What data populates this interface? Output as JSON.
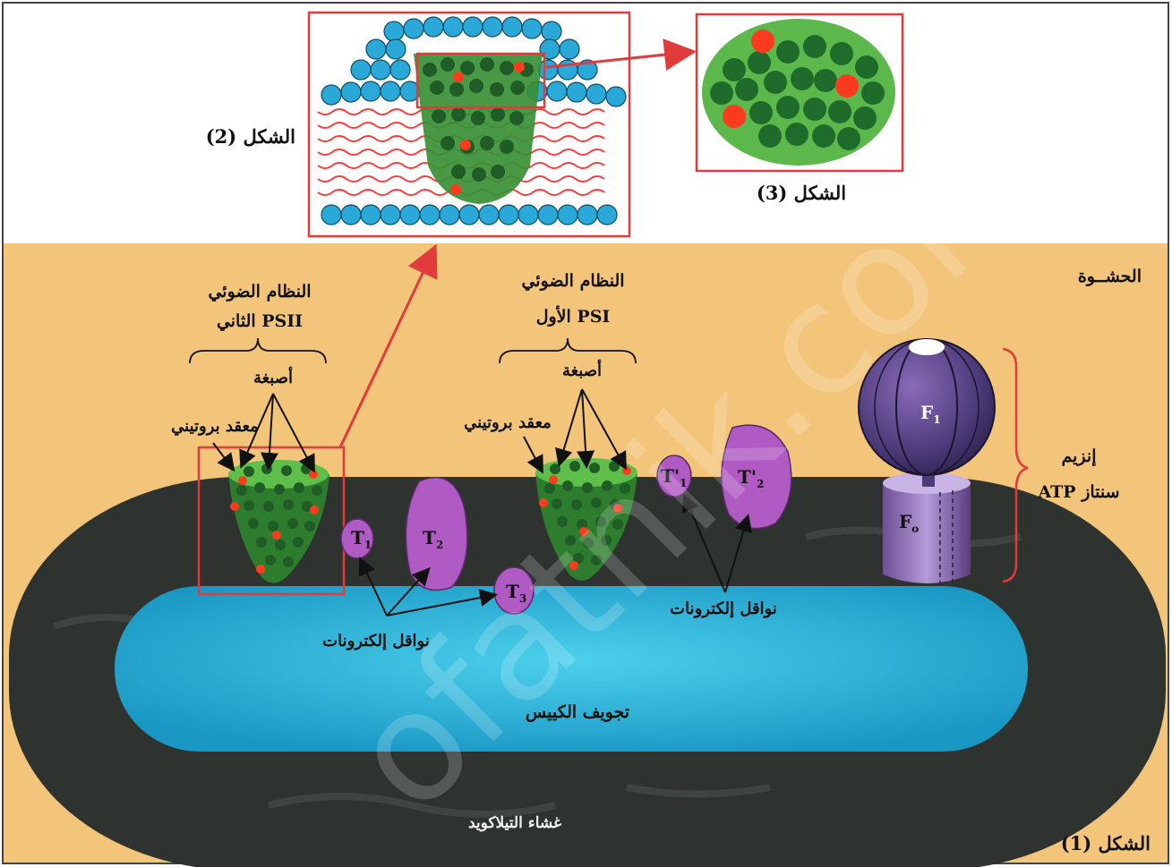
{
  "figure_labels": {
    "fig1": "الشكل (1)",
    "fig2": "الشكل (2)",
    "fig3": "الشكل (3)"
  },
  "labels": {
    "stroma": "الحشــوة",
    "psii_title_line1": "النظام الضوئي",
    "psii_title_line2": "الثاني PSII",
    "psi_title_line1": "النظام الضوئي",
    "psi_title_line2": "الأول PSI",
    "pigments_left": "أصبغة",
    "pigments_right": "أصبغة",
    "protein_complex_left": "معقد بروتيني",
    "protein_complex_right": "معقد بروتيني",
    "electron_carriers_left": "نواقل إلكترونات",
    "electron_carriers_right": "نواقل إلكترونات",
    "atp_synthase_line1": "إنزيم",
    "atp_synthase_line2": "ATP سنتاز",
    "lumen": "تجويف الكييس",
    "thylakoid_membrane": "غشاء التيلاكويد",
    "watermark": "ofatnik.com"
  },
  "carriers": {
    "t1": {
      "base": "T",
      "sub": "1"
    },
    "t2": {
      "base": "T",
      "sub": "2"
    },
    "t3": {
      "base": "T",
      "sub": "3"
    },
    "t1p": {
      "base": "T'",
      "sub": "1"
    },
    "t2p": {
      "base": "T'",
      "sub": "2"
    }
  },
  "enzyme_parts": {
    "f1": {
      "base": "F",
      "sub": "1"
    },
    "fo": {
      "base": "F",
      "sub": "o"
    }
  },
  "colors": {
    "stroma": "#f3c57a",
    "membrane": "#2e3330",
    "lumen": "#2ab8d8",
    "pigment_green": "#1f6b2c",
    "pigment_red": "#ff3b1f",
    "carrier_purple": "#b05ac4",
    "phospholipid_head": "#2aa8d8",
    "lipid_tail": "#ff3a3a",
    "frame_red": "#e23b3b"
  }
}
